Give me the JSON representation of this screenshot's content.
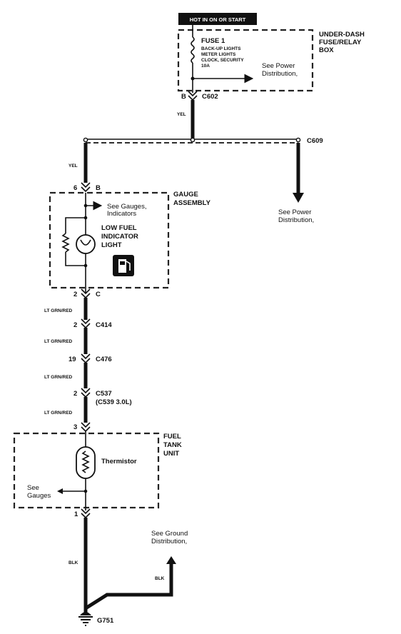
{
  "header": {
    "hot_label": "HOT IN ON OR START"
  },
  "fuse_box": {
    "title_line1": "UNDER-DASH",
    "title_line2": "FUSE/RELAY",
    "title_line3": "BOX",
    "fuse_name": "FUSE 1",
    "fuse_desc_line1": "BACK-UP LIGHTS",
    "fuse_desc_line2": "METER LIGHTS",
    "fuse_desc_line3": "CLOCK, SECURITY",
    "fuse_rating": "10A",
    "see_power_line1": "See Power",
    "see_power_line2": "Distribution,"
  },
  "connectors": {
    "c602_pin": "B",
    "c602": "C602",
    "c609": "C609",
    "gauge_in_pin": "6",
    "gauge_in_letter": "B",
    "gauge_out_pin": "2",
    "gauge_out_letter": "C",
    "c414_pin": "2",
    "c414": "C414",
    "c476_pin": "19",
    "c476": "C476",
    "c537_pin": "2",
    "c537": "C537",
    "c537_alt": "(C539 3.0L)",
    "tank_in_pin": "3",
    "tank_out_pin": "1",
    "ground": "G751"
  },
  "wires": {
    "yel_1": "YEL",
    "yel_2": "YEL",
    "ltgrn_1": "LT GRN/RED",
    "ltgrn_2": "LT GRN/RED",
    "ltgrn_3": "LT GRN/RED",
    "ltgrn_4": "LT GRN/RED",
    "blk_1": "BLK",
    "blk_2": "BLK"
  },
  "right_branch": {
    "see_power_line1": "See Power",
    "see_power_line2": "Distribution,"
  },
  "gauge_assembly": {
    "title_line1": "GAUGE",
    "title_line2": "ASSEMBLY",
    "see_gauges_line1": "See Gauges,",
    "see_gauges_line2": "Indicators",
    "light_line1": "LOW FUEL",
    "light_line2": "INDICATOR",
    "light_line3": "LIGHT",
    "icon": "fuel-pump-icon"
  },
  "fuel_tank_unit": {
    "title_line1": "FUEL",
    "title_line2": "TANK",
    "title_line3": "UNIT",
    "thermistor": "Thermistor",
    "see_gauges_line1": "See",
    "see_gauges_line2": "Gauges"
  },
  "ground_dist": {
    "line1": "See Ground",
    "line2": "Distribution,"
  }
}
